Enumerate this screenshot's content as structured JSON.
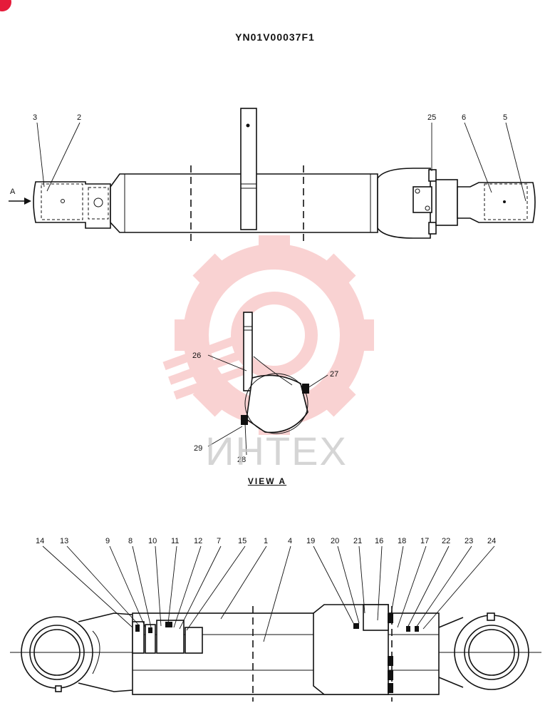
{
  "document": {
    "code": "YN01V00037F1",
    "view_label": "VIEW   A",
    "view_arrow_label": "A",
    "watermark_text": "ИНТЕХ",
    "watermark_color": "#f4b8b8"
  },
  "top_view_callouts": [
    "3",
    "2",
    "25",
    "6",
    "5"
  ],
  "view_a_callouts": [
    "26",
    "27",
    "29",
    "28"
  ],
  "section_callouts": [
    "14",
    "13",
    "9",
    "8",
    "10",
    "11",
    "12",
    "7",
    "15",
    "1",
    "4",
    "19",
    "20",
    "21",
    "16",
    "18",
    "17",
    "22",
    "23",
    "24"
  ]
}
